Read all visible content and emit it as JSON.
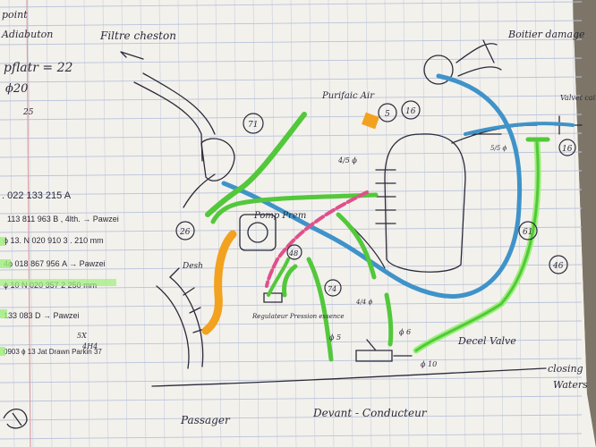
{
  "photo": {
    "paper_color": "#f3f1ec",
    "grid_color": "#b9c3da",
    "margin_color": "#d9a0a8",
    "ink_color": "#2b2a3a"
  },
  "hose_colors": {
    "green": "#52c83a",
    "blue": "#3f93c9",
    "orange": "#f2a21f",
    "pink": "#e0508a",
    "neon": "#9cf07a"
  },
  "left_notes": {
    "line1": "point",
    "line2": "Adiabuton",
    "line3": "pflatr = 22",
    "line4": "ϕ20",
    "line5": "25",
    "line6": ". 022 133 215 A",
    "line7": "113 811 963 B , 4lth. → Pawzei",
    "line8": "ϕ 13. N 020 910 3 . 210 mm",
    "line9": "4ϕ  018 867 956 A → Pawzei",
    "line10": "ϕ 10 N 020 357 2  250 mm",
    "line11": "133 083 D → Pawzei",
    "line12": "5X",
    "line13": "4H4",
    "line14": "0903 ϕ 13 Jat  Drawn Parkin 37"
  },
  "diagram_labels": {
    "filtre": "Filtre cheston",
    "boitier": "Boitier damage",
    "purifier": "Purifaic Air",
    "valve_top": "Valvet cait",
    "n71": "71",
    "n5": "5",
    "n16a": "16",
    "n16b": "16",
    "n26": "26",
    "n48": "48",
    "n74": "74",
    "n61": "61",
    "n46": "46",
    "phi_left": "4/5 ϕ",
    "phi_right": "5/5 ϕ",
    "phi_mid": "4/4 ϕ",
    "phi5": "ϕ 5",
    "phi6": "ϕ 6",
    "phi10": "ϕ 10",
    "pompe": "Pomp Prem",
    "regulator": "Regulateur Pression essence",
    "desh": "Desh",
    "decel": "Decel Valve",
    "closing": "closing",
    "waters": "Waters",
    "passenger": "Passager",
    "driver": "Devant - Conducteur"
  }
}
